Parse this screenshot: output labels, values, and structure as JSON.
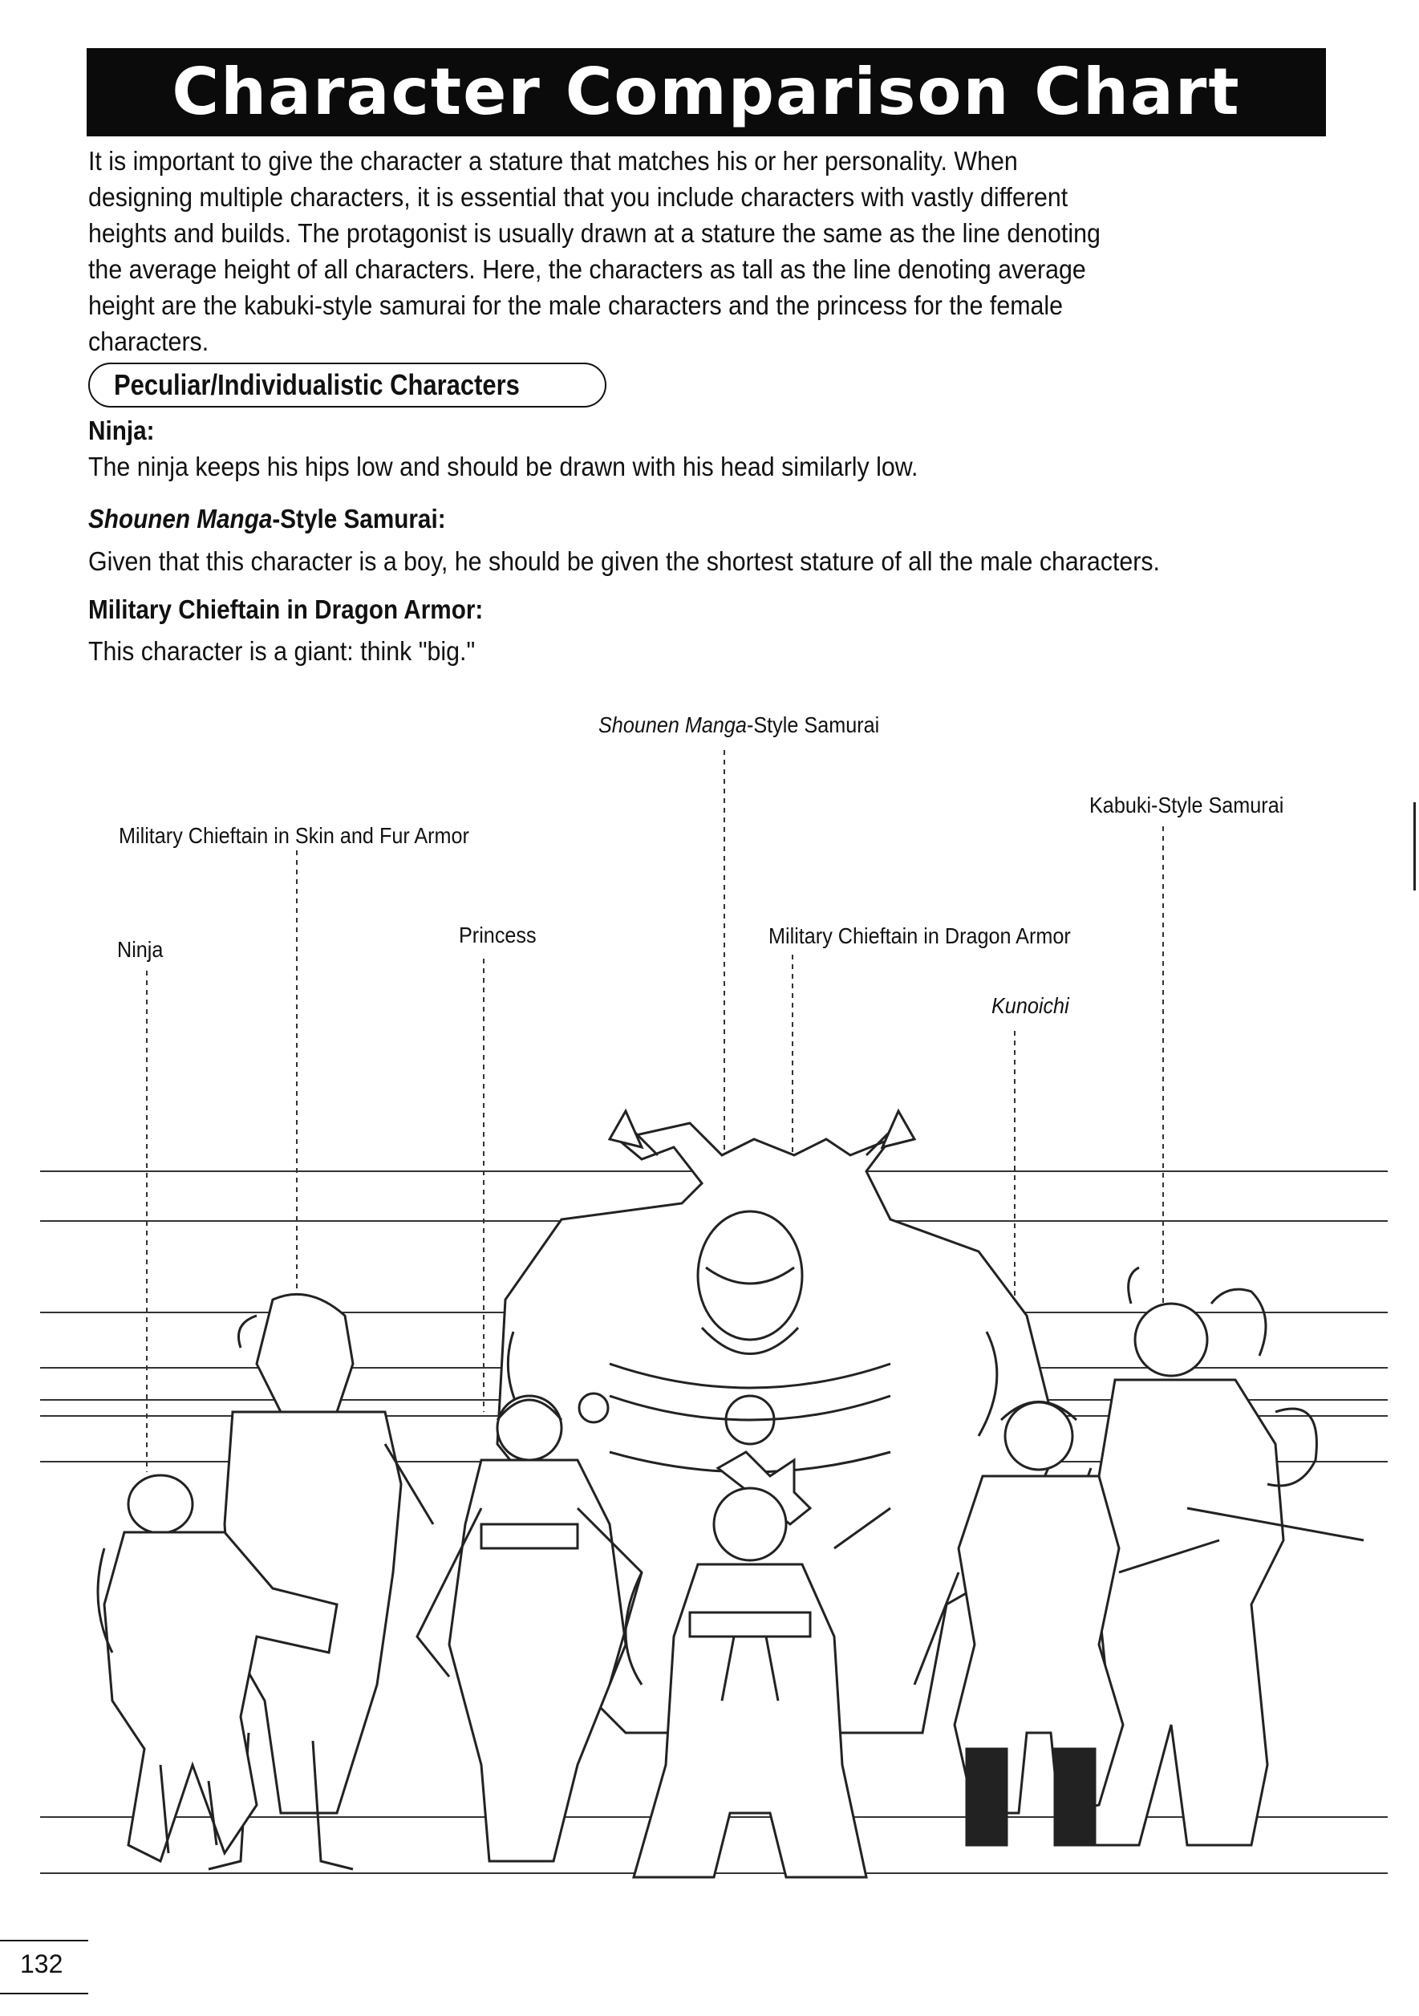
{
  "title": "Character Comparison Chart",
  "intro": "It is important to give the character a stature that matches his or her personality. When designing multiple characters, it is essential that you include characters with vastly different heights and builds. The protagonist is usually drawn at a stature the same as the line denoting the average height of all characters. Here, the characters as tall as the line denoting average height are the kabuki-style samurai for the male characters and the princess for the female characters.",
  "section_heading": "Peculiar/Individualistic Characters",
  "entries": [
    {
      "name": "Ninja",
      "name_suffix": ":",
      "description": "The ninja keeps his hips low and should be drawn with his head similarly low."
    },
    {
      "name_italic": "Shounen Manga",
      "name": "-Style Samurai",
      "name_suffix": ":",
      "description": "Given that this character is a boy, he should be given the shortest stature of all the male characters."
    },
    {
      "name": "Military Chieftain in Dragon Armor",
      "name_suffix": ":",
      "description": "This character is a giant: think \"big.\""
    }
  ],
  "figure_labels": {
    "shounen_italic": "Shounen Manga",
    "shounen_rest": "-Style Samurai",
    "kabuki": "Kabuki-Style Samurai",
    "fur_armor": "Military Chieftain in Skin and Fur Armor",
    "princess": "Princess",
    "dragon_armor": "Military Chieftain in Dragon Armor",
    "ninja": "Ninja",
    "kunoichi": "Kunoichi"
  },
  "page_number": "132"
}
